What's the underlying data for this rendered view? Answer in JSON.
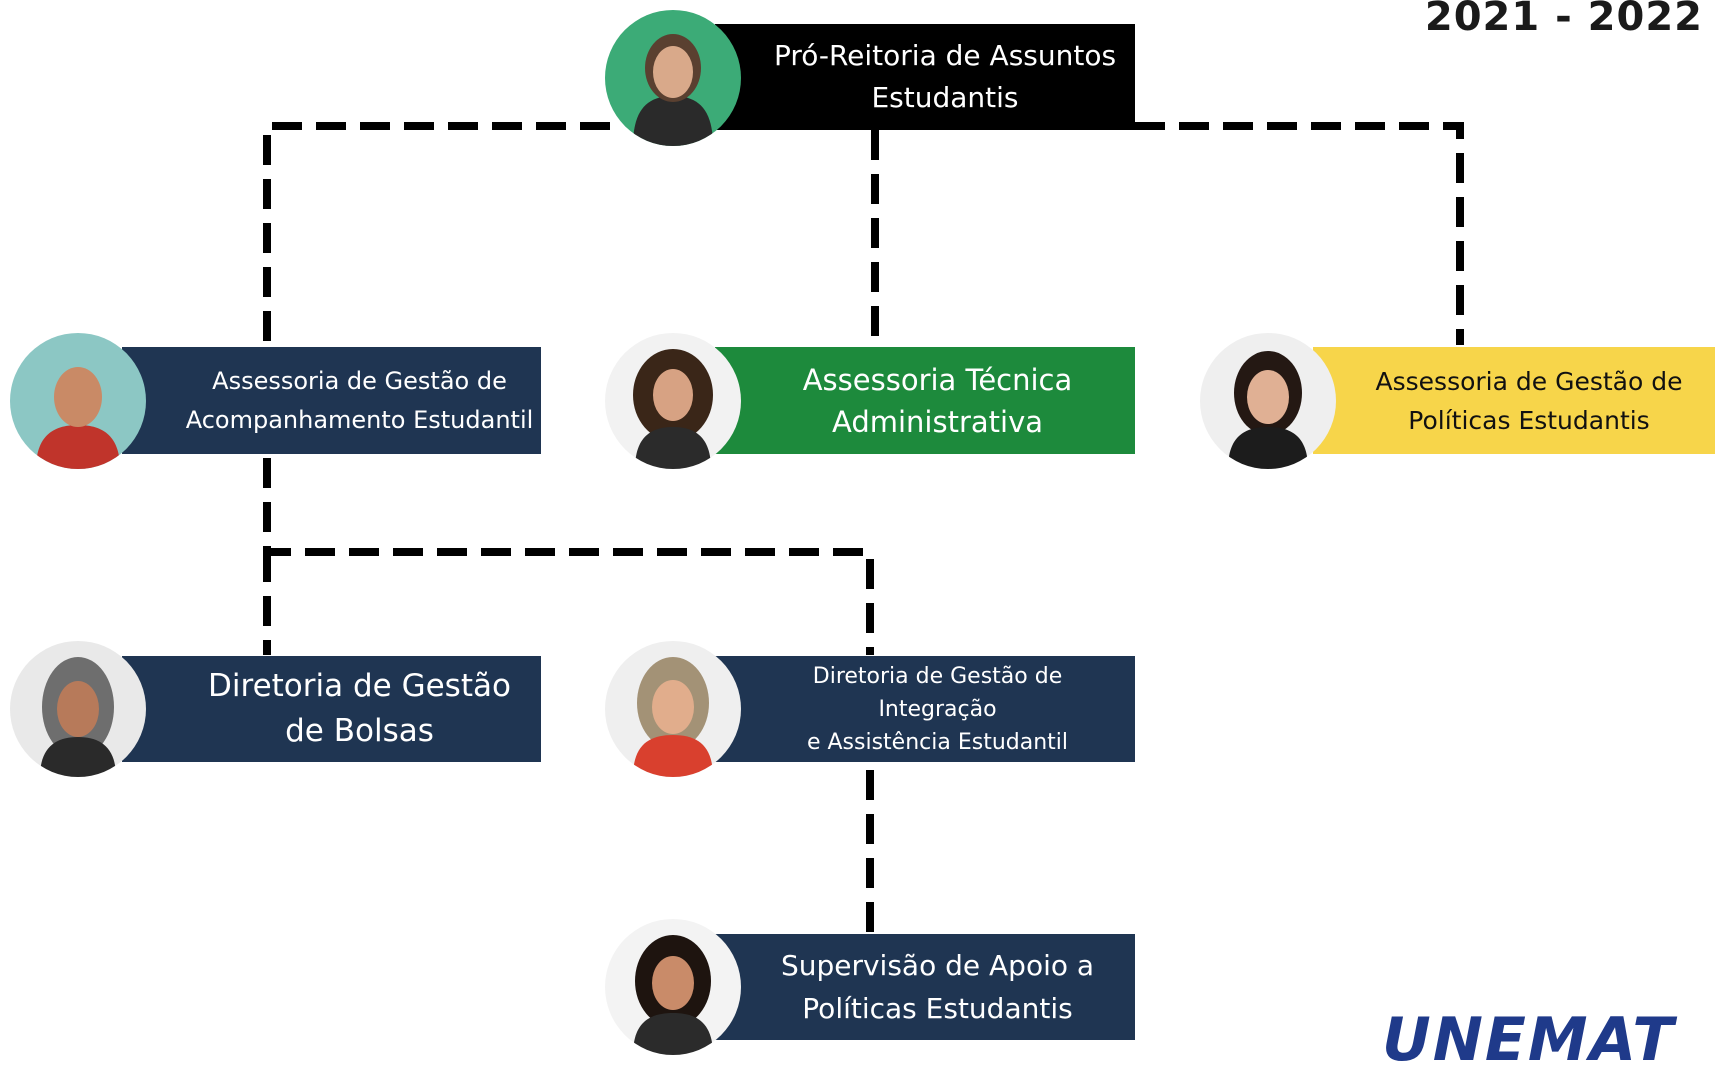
{
  "year_label": "2021 - 2022",
  "colors": {
    "navy": "#1f3552",
    "black": "#000000",
    "green": "#1d8a3c",
    "yellow": "#f7d54a",
    "connector": "#000000"
  },
  "nodes": {
    "root": {
      "lines": [
        "Pró-Reitoria de Assuntos",
        "Estudantis"
      ],
      "color": "black",
      "icon": "person-photo"
    },
    "acompanhamento": {
      "lines": [
        "Assessoria de Gestão de",
        "Acompanhamento Estudantil"
      ],
      "color": "navy",
      "icon": "person-photo"
    },
    "tecnica": {
      "lines": [
        "Assessoria Técnica",
        "Administrativa"
      ],
      "color": "green",
      "icon": "person-photo"
    },
    "politicas": {
      "lines": [
        "Assessoria de Gestão de",
        "Políticas Estudantis"
      ],
      "color": "yellow",
      "icon": "person-photo"
    },
    "bolsas": {
      "lines": [
        "Diretoria de Gestão",
        "de Bolsas"
      ],
      "color": "navy",
      "icon": "person-photo"
    },
    "integracao": {
      "lines": [
        "Diretoria de Gestão de",
        "Integração",
        "e Assistência Estudantil"
      ],
      "color": "navy",
      "icon": "person-photo"
    },
    "supervisao": {
      "lines": [
        "Supervisão de Apoio a",
        "Políticas Estudantis"
      ],
      "color": "navy",
      "icon": "person-photo"
    }
  },
  "edges": [
    [
      "root",
      "acompanhamento"
    ],
    [
      "root",
      "tecnica"
    ],
    [
      "root",
      "politicas"
    ],
    [
      "acompanhamento",
      "bolsas"
    ],
    [
      "acompanhamento",
      "integracao"
    ],
    [
      "integracao",
      "supervisao"
    ]
  ],
  "logo_text": "UNEMAT"
}
